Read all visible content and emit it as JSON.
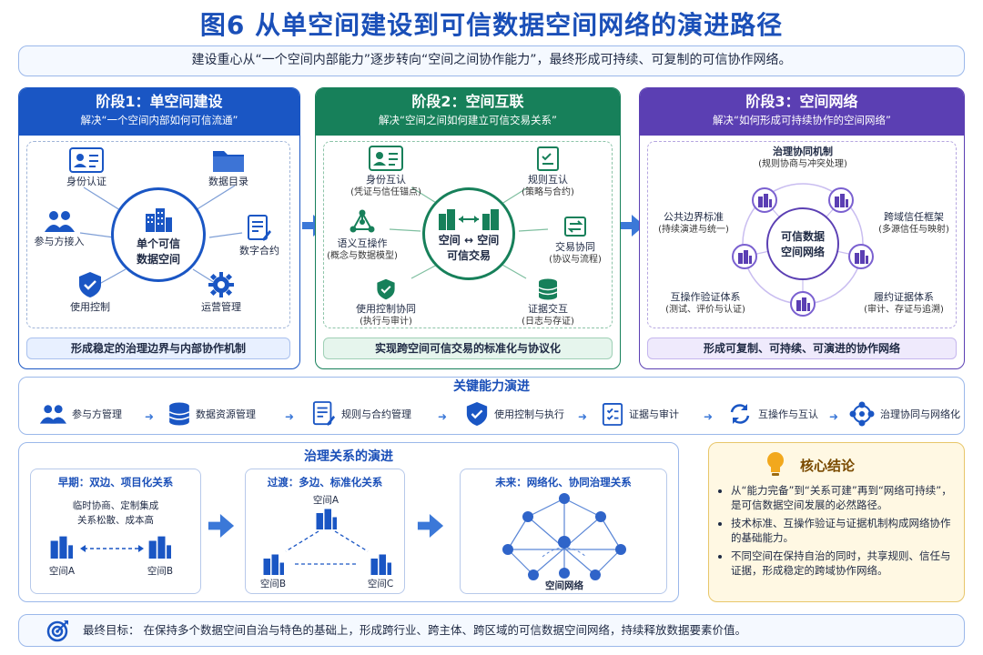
{
  "title": "图6  从单空间建设到可信数据空间网络的演进路径",
  "subtitle": "建设重心从“一个空间内部能力”逐步转向“空间之间协作能力”，最终形成可持续、可复制的可信协作网络。",
  "stage1": {
    "heading": "阶段1：单空间建设",
    "question": "解决“一个空间内部如何可信流通”",
    "center": [
      "单个可信",
      "数据空间"
    ],
    "nodes": {
      "identity": "身份认证",
      "catalog": "数据目录",
      "participant": "参与方接入",
      "contract": "数字合约",
      "usage": "使用控制",
      "ops": "运营管理"
    },
    "footer": "形成稳定的治理边界与内部协作机制",
    "color": "#1a56c4"
  },
  "stage2": {
    "heading": "阶段2：空间互联",
    "question": "解决“空间之间如何建立可信交易关系”",
    "center": [
      "空间 ↔ 空间",
      "可信交易"
    ],
    "nodes": {
      "identity": "身份互认",
      "identity_sub": "(凭证与信任锚点)",
      "rules": "规则互认",
      "rules_sub": "(策略与合约)",
      "semantic": "语义互操作",
      "semantic_sub": "(概念与数据模型)",
      "trade": "交易协同",
      "trade_sub": "(协议与流程)",
      "usage": "使用控制协同",
      "usage_sub": "(执行与审计)",
      "evidence": "证据交互",
      "evidence_sub": "(日志与存证)"
    },
    "footer": "实现跨空间可信交易的标准化与协议化",
    "color": "#17805a"
  },
  "stage3": {
    "heading": "阶段3：空间网络",
    "question": "解决“如何形成可持续协作的空间网络”",
    "center": [
      "可信数据",
      "空间网络"
    ],
    "nodes": {
      "gov": "治理协同机制",
      "gov_sub": "(规则协商与冲突处理)",
      "boundary": "公共边界标准",
      "boundary_sub": "(持续演进与统一)",
      "trust": "跨域信任框架",
      "trust_sub": "(多源信任与映射)",
      "verify": "互操作验证体系",
      "verify_sub": "(测试、评价与认证)",
      "evidence": "履约证据体系",
      "evidence_sub": "(审计、存证与追溯)"
    },
    "footer": "形成可复制、可持续、可演进的协作网络",
    "color": "#5b3fb3"
  },
  "ability": {
    "title": "关键能力演进",
    "items": [
      "参与方管理",
      "数据资源管理",
      "规则与合约管理",
      "使用控制与执行",
      "证据与审计",
      "互操作与互认",
      "治理协同与网络化"
    ]
  },
  "governance": {
    "title": "治理关系的演进",
    "early": {
      "title": "早期：双边、项目化关系",
      "desc1": "临时协商、定制集成",
      "desc2": "关系松散、成本高",
      "a": "空间A",
      "b": "空间B"
    },
    "transition": {
      "title": "过渡：多边、标准化关系",
      "a": "空间A",
      "b": "空间B",
      "c": "空间C"
    },
    "future": {
      "title": "未来：网络化、协同治理关系",
      "label": "空间网络"
    }
  },
  "conclusion": {
    "title": "核心结论",
    "points": [
      "从“能力完备”到“关系可建”再到“网络可持续”，是可信数据空间发展的必然路径。",
      "技术标准、互操作验证与证据机制构成网络协作的基础能力。",
      "不同空间在保持自治的同时，共享规则、信任与证据，形成稳定的跨域协作网络。"
    ]
  },
  "goal": {
    "text": "最终目标：  在保持多个数据空间自治与特色的基础上，形成跨行业、跨主体、跨区域的可信数据空间网络，持续释放数据要素价值。"
  }
}
